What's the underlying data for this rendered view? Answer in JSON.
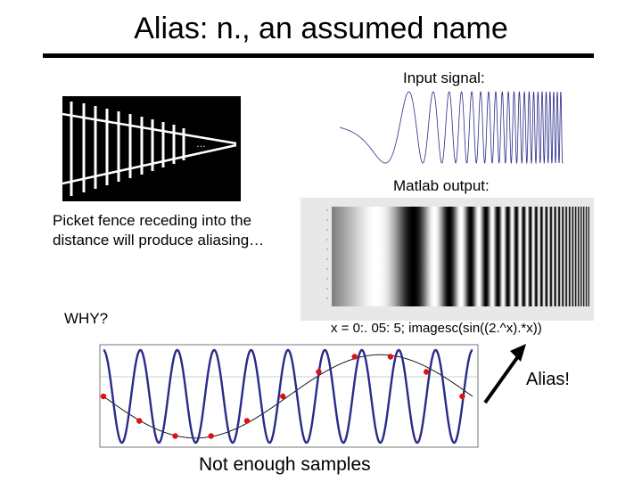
{
  "slide": {
    "title": "Alias: n., an assumed name",
    "input_label": "Input signal:",
    "matlab_label": "Matlab output:",
    "caption": "Picket fence receding into the distance will produce aliasing…",
    "why": "WHY?",
    "code": "x = 0:. 05: 5;  imagesc(sin((2.^x).*x))",
    "alias_label": "Alias!",
    "bottom_caption": "Not enough samples",
    "fence_ellipsis": "…"
  },
  "colors": {
    "sample_marker": "#dd1111",
    "signal_line": "#2a2a8a",
    "alias_line": "#000000"
  },
  "sine_figure": {
    "cycles": 10,
    "sample_count": 11
  }
}
